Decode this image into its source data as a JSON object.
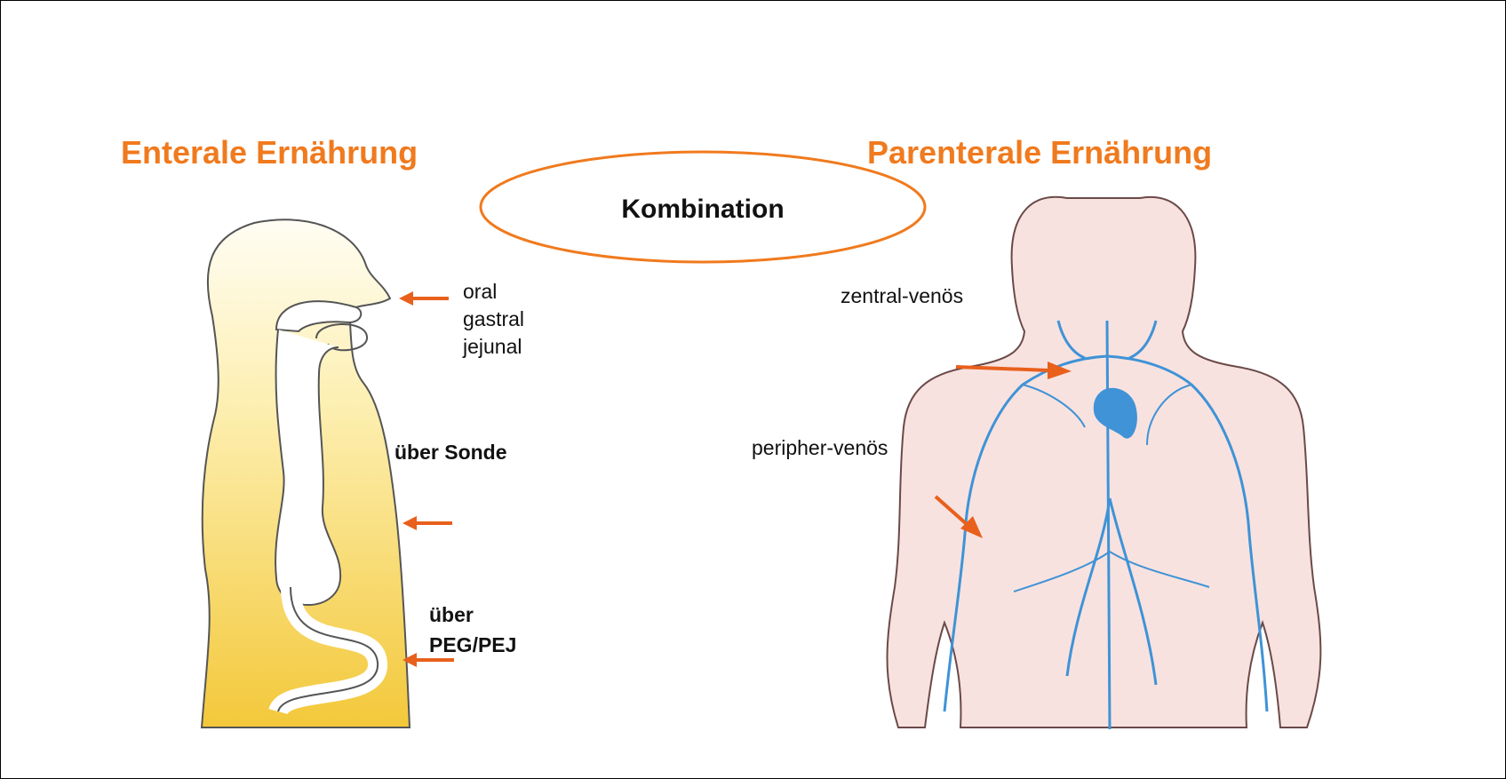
{
  "titles": {
    "enteral": "Enterale Ernährung",
    "parenteral": "Parenterale Ernährung"
  },
  "center": {
    "label": "Kombination"
  },
  "enteral_labels": {
    "oral": "oral",
    "gastral": "gastral",
    "jejunal": "jejunal",
    "sonde": "über Sonde",
    "peg_line1": "über",
    "peg_line2": "PEG/PEJ"
  },
  "parenteral_labels": {
    "central": "zentral-venös",
    "peripheral": "peripher-venös"
  },
  "colors": {
    "accent": "#f07a1e",
    "arrow": "#e8601c",
    "vein": "#3f93d6",
    "skin": "#f8e2e0",
    "gut_top": "#fffdf2",
    "gut_bottom": "#f3cc42"
  }
}
